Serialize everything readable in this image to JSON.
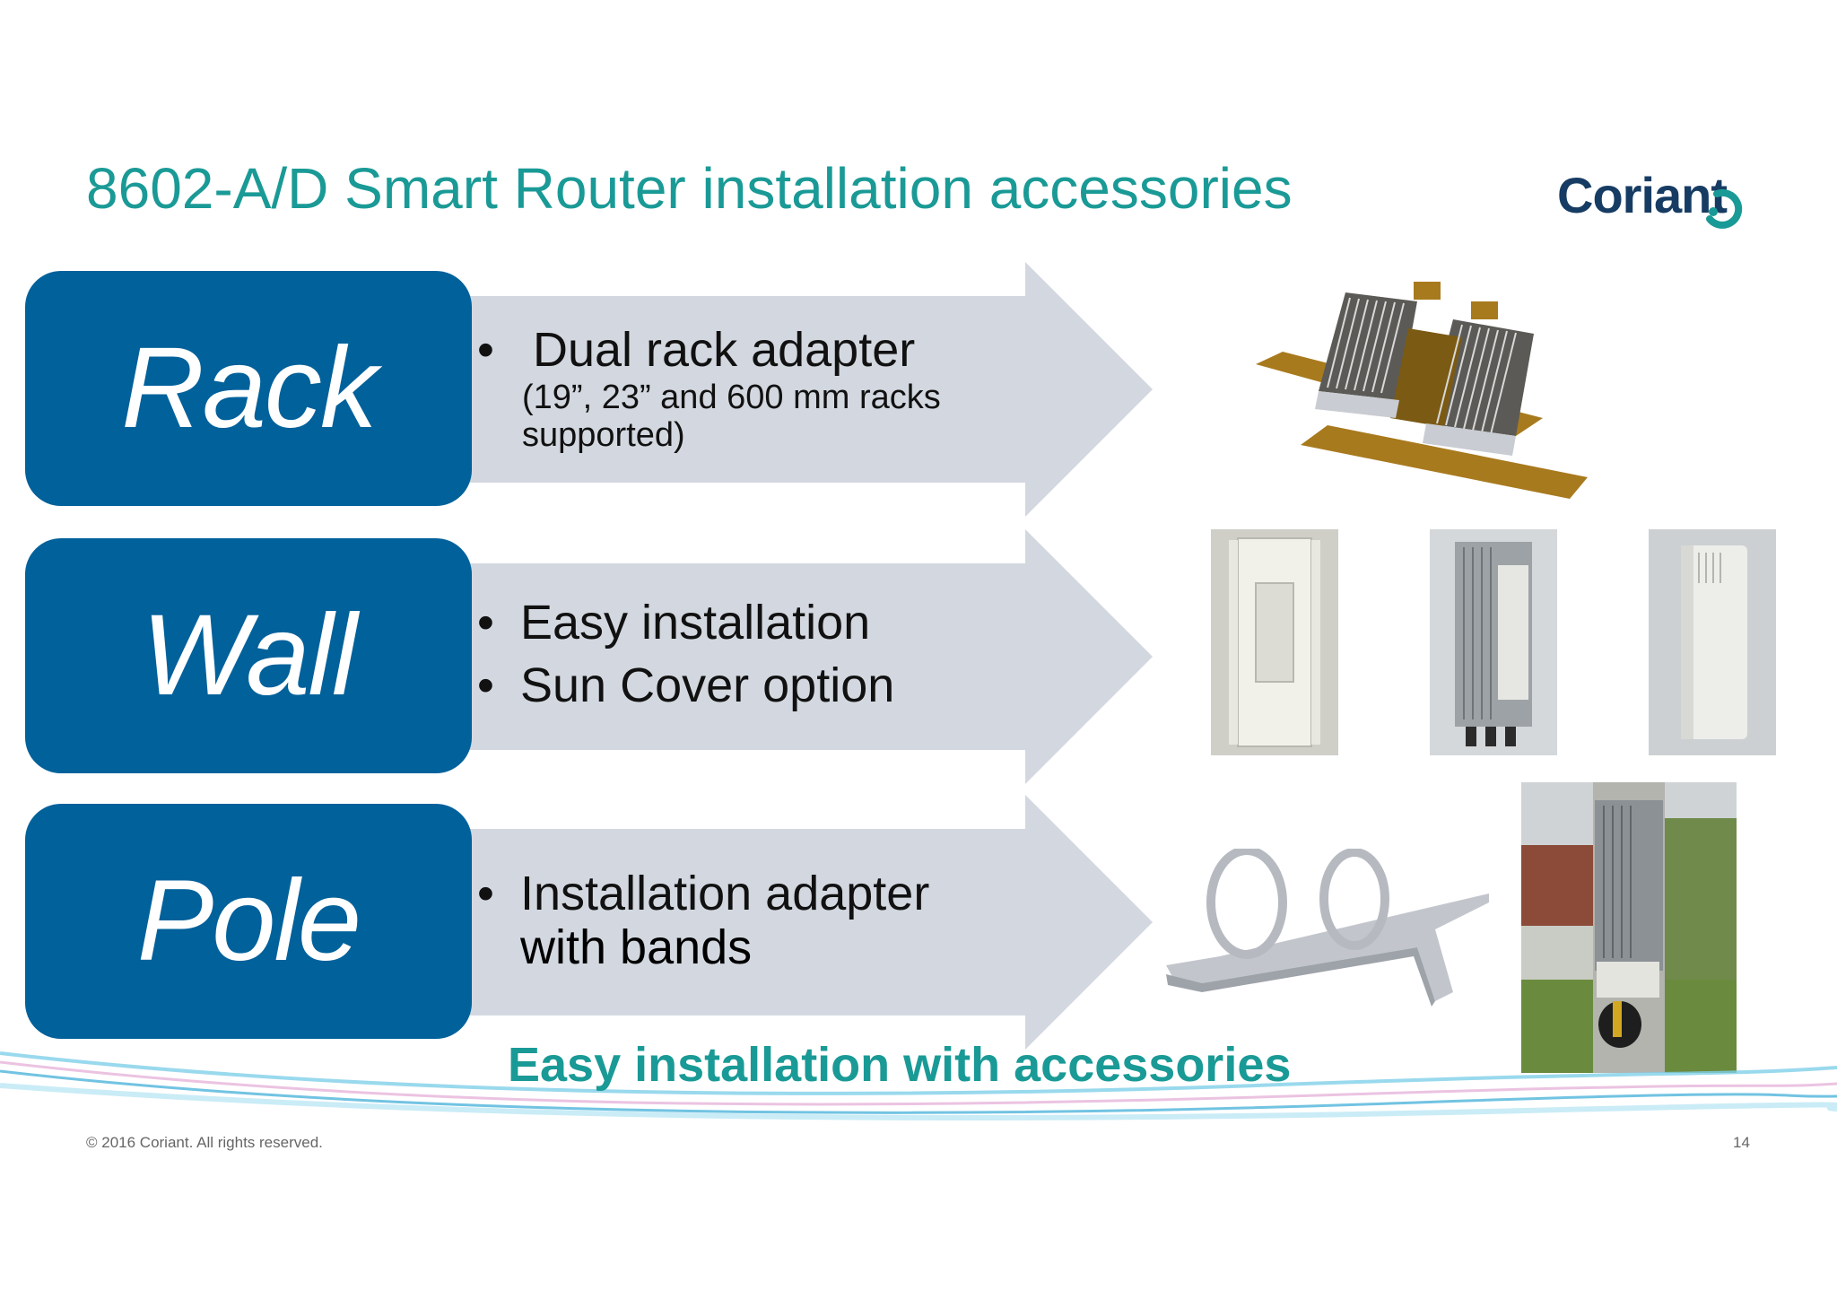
{
  "slide": {
    "title": "8602-A/D Smart Router installation accessories",
    "logo_text": "Coriant",
    "tagline": "Easy installation with accessories",
    "footer": "© 2016 Coriant. All rights reserved.",
    "page_number": "14"
  },
  "rows": [
    {
      "label": "Rack",
      "bullets": [
        {
          "main": "Dual rack adapter",
          "sub_lines": [
            "(19”, 23” and 600 mm racks",
            "supported)"
          ]
        }
      ]
    },
    {
      "label": "Wall",
      "bullets": [
        {
          "main": "Easy installation"
        },
        {
          "main": "Sun Cover option"
        }
      ]
    },
    {
      "label": "Pole",
      "bullets": [
        {
          "main": "Installation adapter",
          "cont": "with bands"
        }
      ]
    }
  ],
  "colors": {
    "title_teal": "#1a9a96",
    "label_blue": "#01619b",
    "arrow_gray": "#d3d8e0",
    "logo_navy": "#173c63"
  }
}
